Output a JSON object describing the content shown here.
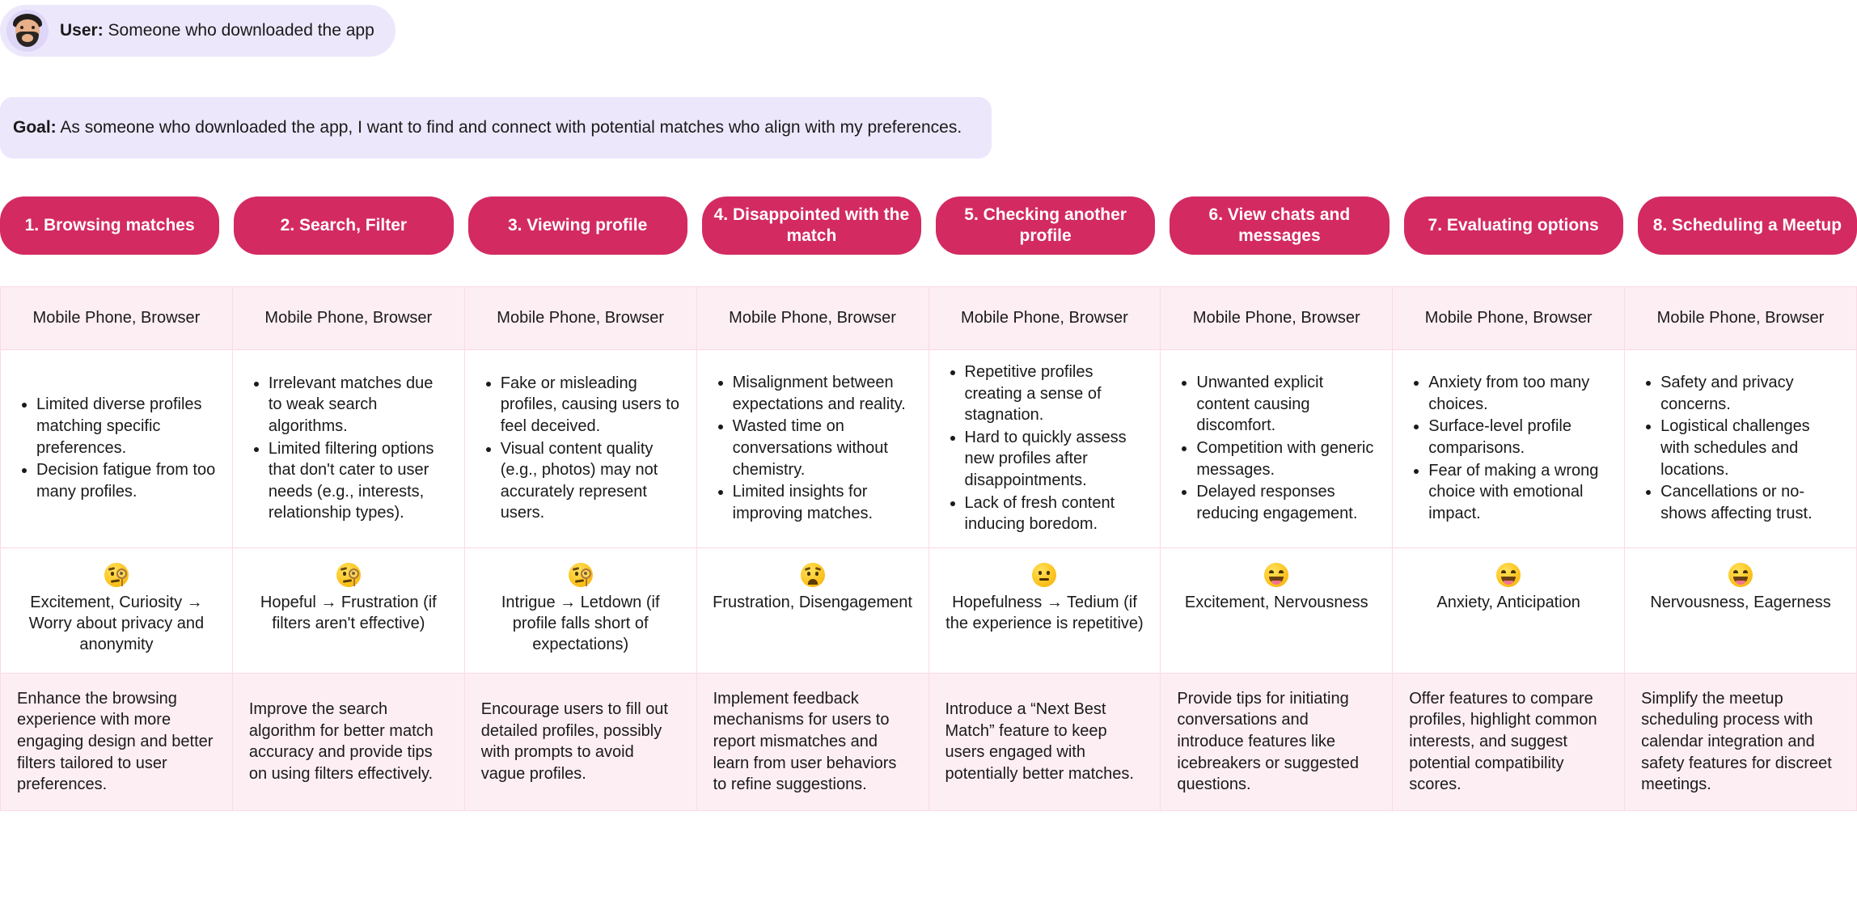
{
  "header": {
    "avatar_name": "user-avatar",
    "user_label": "User:",
    "user_value": " Someone who downloaded the app",
    "goal_label": "Goal:",
    "goal_value": " As someone who downloaded the app, I want to find and connect with potential matches who align with my preferences."
  },
  "colors": {
    "stage_pill": "#d32a62",
    "chip_background": "#ece7fb",
    "table_header_background": "#fdeef3",
    "table_border": "#fadbe6",
    "opportunity_background": "#fdeef3"
  },
  "stages": [
    {
      "label": "1. Browsing matches"
    },
    {
      "label": "2. Search, Filter"
    },
    {
      "label": "3. Viewing profile"
    },
    {
      "label": "4. Disappointed with the match"
    },
    {
      "label": "5. Checking another profile"
    },
    {
      "label": "6. View chats and messages"
    },
    {
      "label": "7. Evaluating options"
    },
    {
      "label": "8. Scheduling a Meetup"
    }
  ],
  "touchpoints": [
    "Mobile Phone, Browser",
    "Mobile Phone, Browser",
    "Mobile Phone, Browser",
    "Mobile Phone, Browser",
    "Mobile Phone, Browser",
    "Mobile Phone, Browser",
    "Mobile Phone, Browser",
    "Mobile Phone, Browser"
  ],
  "pain_points": [
    [
      "Limited diverse profiles matching specific preferences.",
      "Decision fatigue from too many profiles."
    ],
    [
      "Irrelevant matches due to weak search algorithms.",
      "Limited filtering options that don't cater to user needs (e.g., interests, relationship types)."
    ],
    [
      "Fake or misleading profiles, causing users to feel deceived.",
      "Visual content quality (e.g., photos) may not accurately represent users."
    ],
    [
      "Misalignment between expectations and reality.",
      "Wasted time on conversations without chemistry.",
      "Limited insights for improving matches."
    ],
    [
      "Repetitive profiles creating a sense of stagnation.",
      "Hard to quickly assess new profiles after disappointments.",
      "Lack of fresh content inducing boredom."
    ],
    [
      "Unwanted explicit content causing discomfort.",
      "Competition with generic messages.",
      "Delayed responses reducing engagement."
    ],
    [
      "Anxiety from too many choices.",
      "Surface-level profile comparisons.",
      "Fear of making a wrong choice with emotional impact."
    ],
    [
      "Safety and privacy concerns.",
      "Logistical challenges with schedules and locations.",
      "Cancellations or no-shows affecting trust."
    ]
  ],
  "emotions": [
    {
      "icon": "face-with-monocle-emoji",
      "text": "Excitement, Curiosity → Worry about privacy and anonymity"
    },
    {
      "icon": "face-with-monocle-emoji",
      "text": "Hopeful → Frustration (if filters aren't effective)"
    },
    {
      "icon": "face-with-monocle-emoji",
      "text": "Intrigue → Letdown (if profile falls short of expectations)"
    },
    {
      "icon": "worried-face-emoji",
      "text": "Frustration, Disengagement"
    },
    {
      "icon": "neutral-face-emoji",
      "text": "Hopefulness → Tedium (if the experience is repetitive)"
    },
    {
      "icon": "grinning-face-emoji",
      "text": "Excitement, Nervousness"
    },
    {
      "icon": "grinning-face-emoji",
      "text": "Anxiety, Anticipation"
    },
    {
      "icon": "grinning-face-emoji",
      "text": "Nervousness, Eagerness"
    }
  ],
  "opportunities": [
    "Enhance the browsing experience with more engaging design and better filters tailored to user preferences.",
    " Improve the search algorithm for better match accuracy and provide tips on using filters effectively.",
    "Encourage users to fill out detailed profiles, possibly with prompts to avoid vague profiles.",
    " Implement feedback mechanisms for users to report mismatches and learn from user behaviors to refine suggestions.",
    "Introduce a “Next Best Match” feature to keep users engaged with potentially better matches.",
    "Provide tips for initiating conversations and introduce features like icebreakers or suggested questions.",
    " Offer features to compare profiles, highlight common interests, and suggest potential compatibility scores.",
    "Simplify the meetup scheduling process with calendar integration and safety features for discreet meetings."
  ]
}
